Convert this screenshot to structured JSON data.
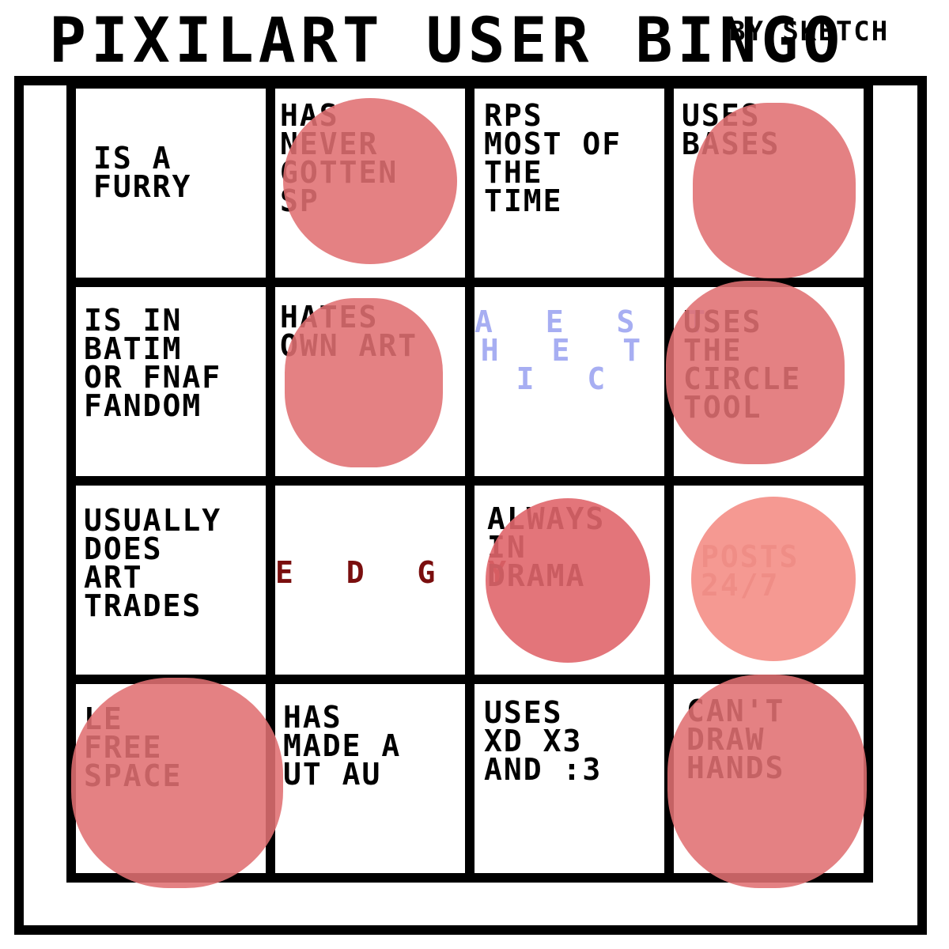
{
  "title": "PIXILART USER BINGO",
  "byline": "BY SKETCH",
  "cells": [
    {
      "text": "IS A\nFURRY",
      "marked": false
    },
    {
      "text": "HAS\nNEVER\nGOTTEN\nSP",
      "marked": true
    },
    {
      "text": "RPS\nMOST OF\nTHE\nTIME",
      "marked": false
    },
    {
      "text": "USES\nBASES",
      "marked": true
    },
    {
      "text": "IS IN\nBATIM\nOR FNAF\nFANDOM",
      "marked": false
    },
    {
      "text": "HATES\nOWN ART",
      "marked": true
    },
    {
      "text": "A E S T\nH E T\nI C",
      "marked": false
    },
    {
      "text": "USES\nTHE\nCIRCLE\nTOOL",
      "marked": true
    },
    {
      "text": "USUALLY\nDOES\nART\nTRADES",
      "marked": false
    },
    {
      "text": "E D G Y",
      "marked": false
    },
    {
      "text": "ALWAYS\nIN\nDRAMA",
      "marked": true
    },
    {
      "text": "POSTS\n24/7",
      "marked": true
    },
    {
      "text": "LE\nFREE\nSPACE",
      "marked": true
    },
    {
      "text": "HAS\nMADE A\nUT AU",
      "marked": false
    },
    {
      "text": "USES\nXD X3\nAND :3",
      "marked": false
    },
    {
      "text": "CAN'T\nDRAW\nHANDS",
      "marked": true
    }
  ],
  "colors": {
    "marker": "#e06f72",
    "marker_light": "#f4948c",
    "marker_dark": "#e0666c",
    "edgy_text": "#7a0e0e",
    "posts_text": "#8a1a1a",
    "aesthetic_a": "#a7aef2",
    "aesthetic_b": "#a8dcf4",
    "aesthetic_c": "#d9aef2"
  }
}
